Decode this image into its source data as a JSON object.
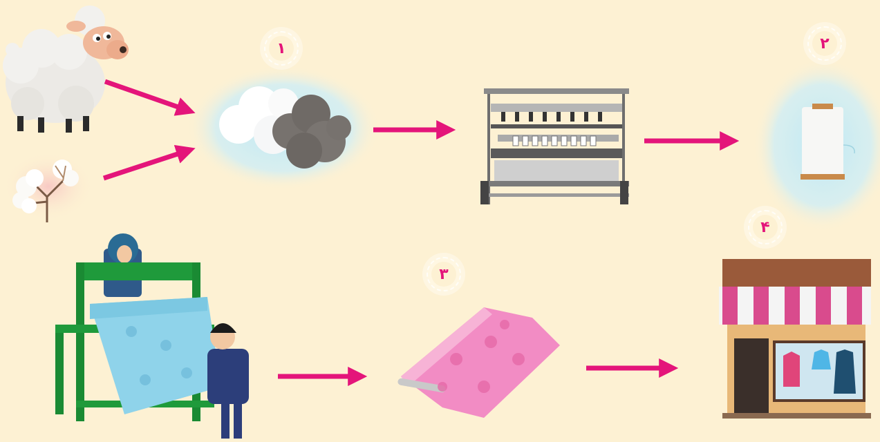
{
  "steps": [
    {
      "number": "۱",
      "name": "raw-fiber"
    },
    {
      "number": "۲",
      "name": "yarn"
    },
    {
      "number": "۳",
      "name": "fabric"
    },
    {
      "number": "۴",
      "name": "shop"
    }
  ],
  "colors": {
    "background": "#fdf1d3",
    "arrow": "#e4157a",
    "badge_text": "#e4157a",
    "loom": "#1f9a3b",
    "fabric_blue": "#8fd3ea",
    "fabric_pink": "#f28cc4",
    "awning_pink": "#d94b8d"
  },
  "icons": [
    "sheep-icon",
    "cotton-plant-icon",
    "fiber-pile-icon",
    "spinning-machine-icon",
    "yarn-spool-icon",
    "weaving-loom-icon",
    "fabric-roll-icon",
    "clothing-shop-icon"
  ]
}
